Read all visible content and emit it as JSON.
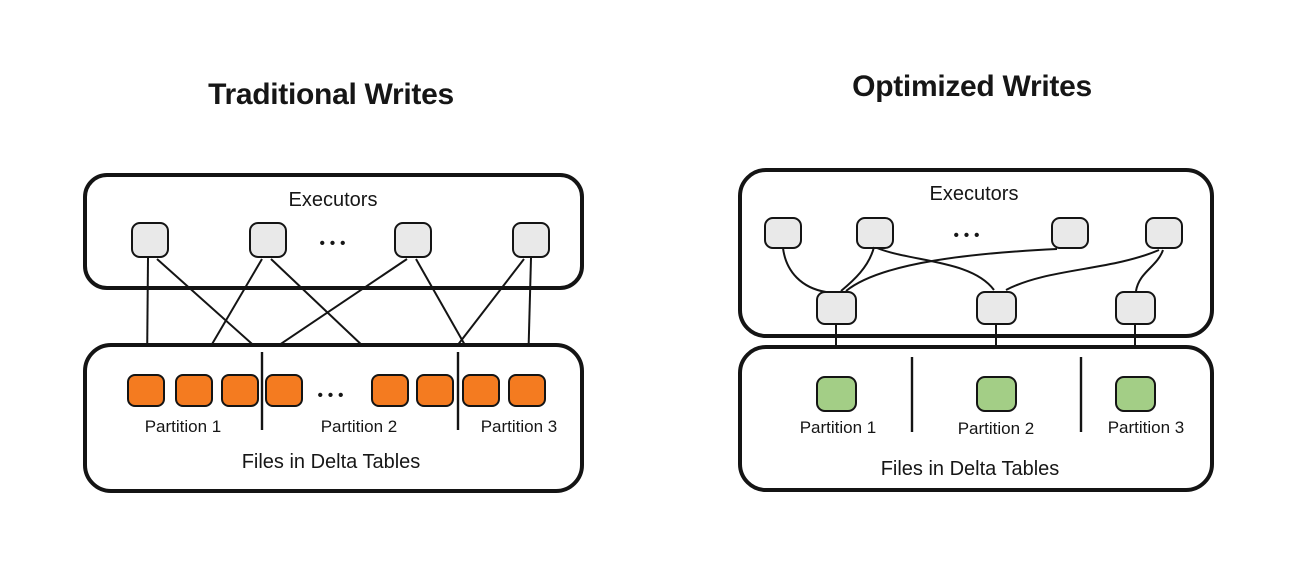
{
  "colors": {
    "background": "#ffffff",
    "outline": "#141414",
    "executor_fill": "#e9e9e9",
    "traditional_file_fill": "#f47b20",
    "optimized_file_fill": "#a3ce86"
  },
  "traditional": {
    "title": "Traditional Writes",
    "executors_label": "Executors",
    "executors_ellipsis": "•••",
    "files_ellipsis": "•••",
    "files_label": "Files in Delta Tables",
    "partition_labels": [
      "Partition 1",
      "Partition 2",
      "Partition 3"
    ],
    "executor_count": 4,
    "file_count": 8,
    "writes": [
      "executor-1 → partition-1-file-1",
      "executor-1 → partition-2-file-1",
      "executor-2 → partition-1-file-2",
      "executor-2 → partition-2-file-2",
      "executor-3 → partition-1-file-3",
      "executor-3 → partition-3-file-1",
      "executor-4 → partition-2-file-3",
      "executor-4 → partition-3-file-2"
    ]
  },
  "optimized": {
    "title": "Optimized Writes",
    "executors_label": "Executors",
    "executors_ellipsis": "•••",
    "files_label": "Files in Delta Tables",
    "partition_labels": [
      "Partition 1",
      "Partition 2",
      "Partition 3"
    ],
    "source_executor_count": 4,
    "writer_executor_count": 3,
    "file_count": 3,
    "shuffles": [
      "executor-1 → writer-1",
      "executor-2 → writer-1",
      "executor-2 → writer-2",
      "executor-3 → writer-1",
      "executor-4 → writer-2",
      "executor-4 → writer-3"
    ],
    "writes": [
      "writer-1 → partition-1-file",
      "writer-2 → partition-2-file",
      "writer-3 → partition-3-file"
    ]
  }
}
